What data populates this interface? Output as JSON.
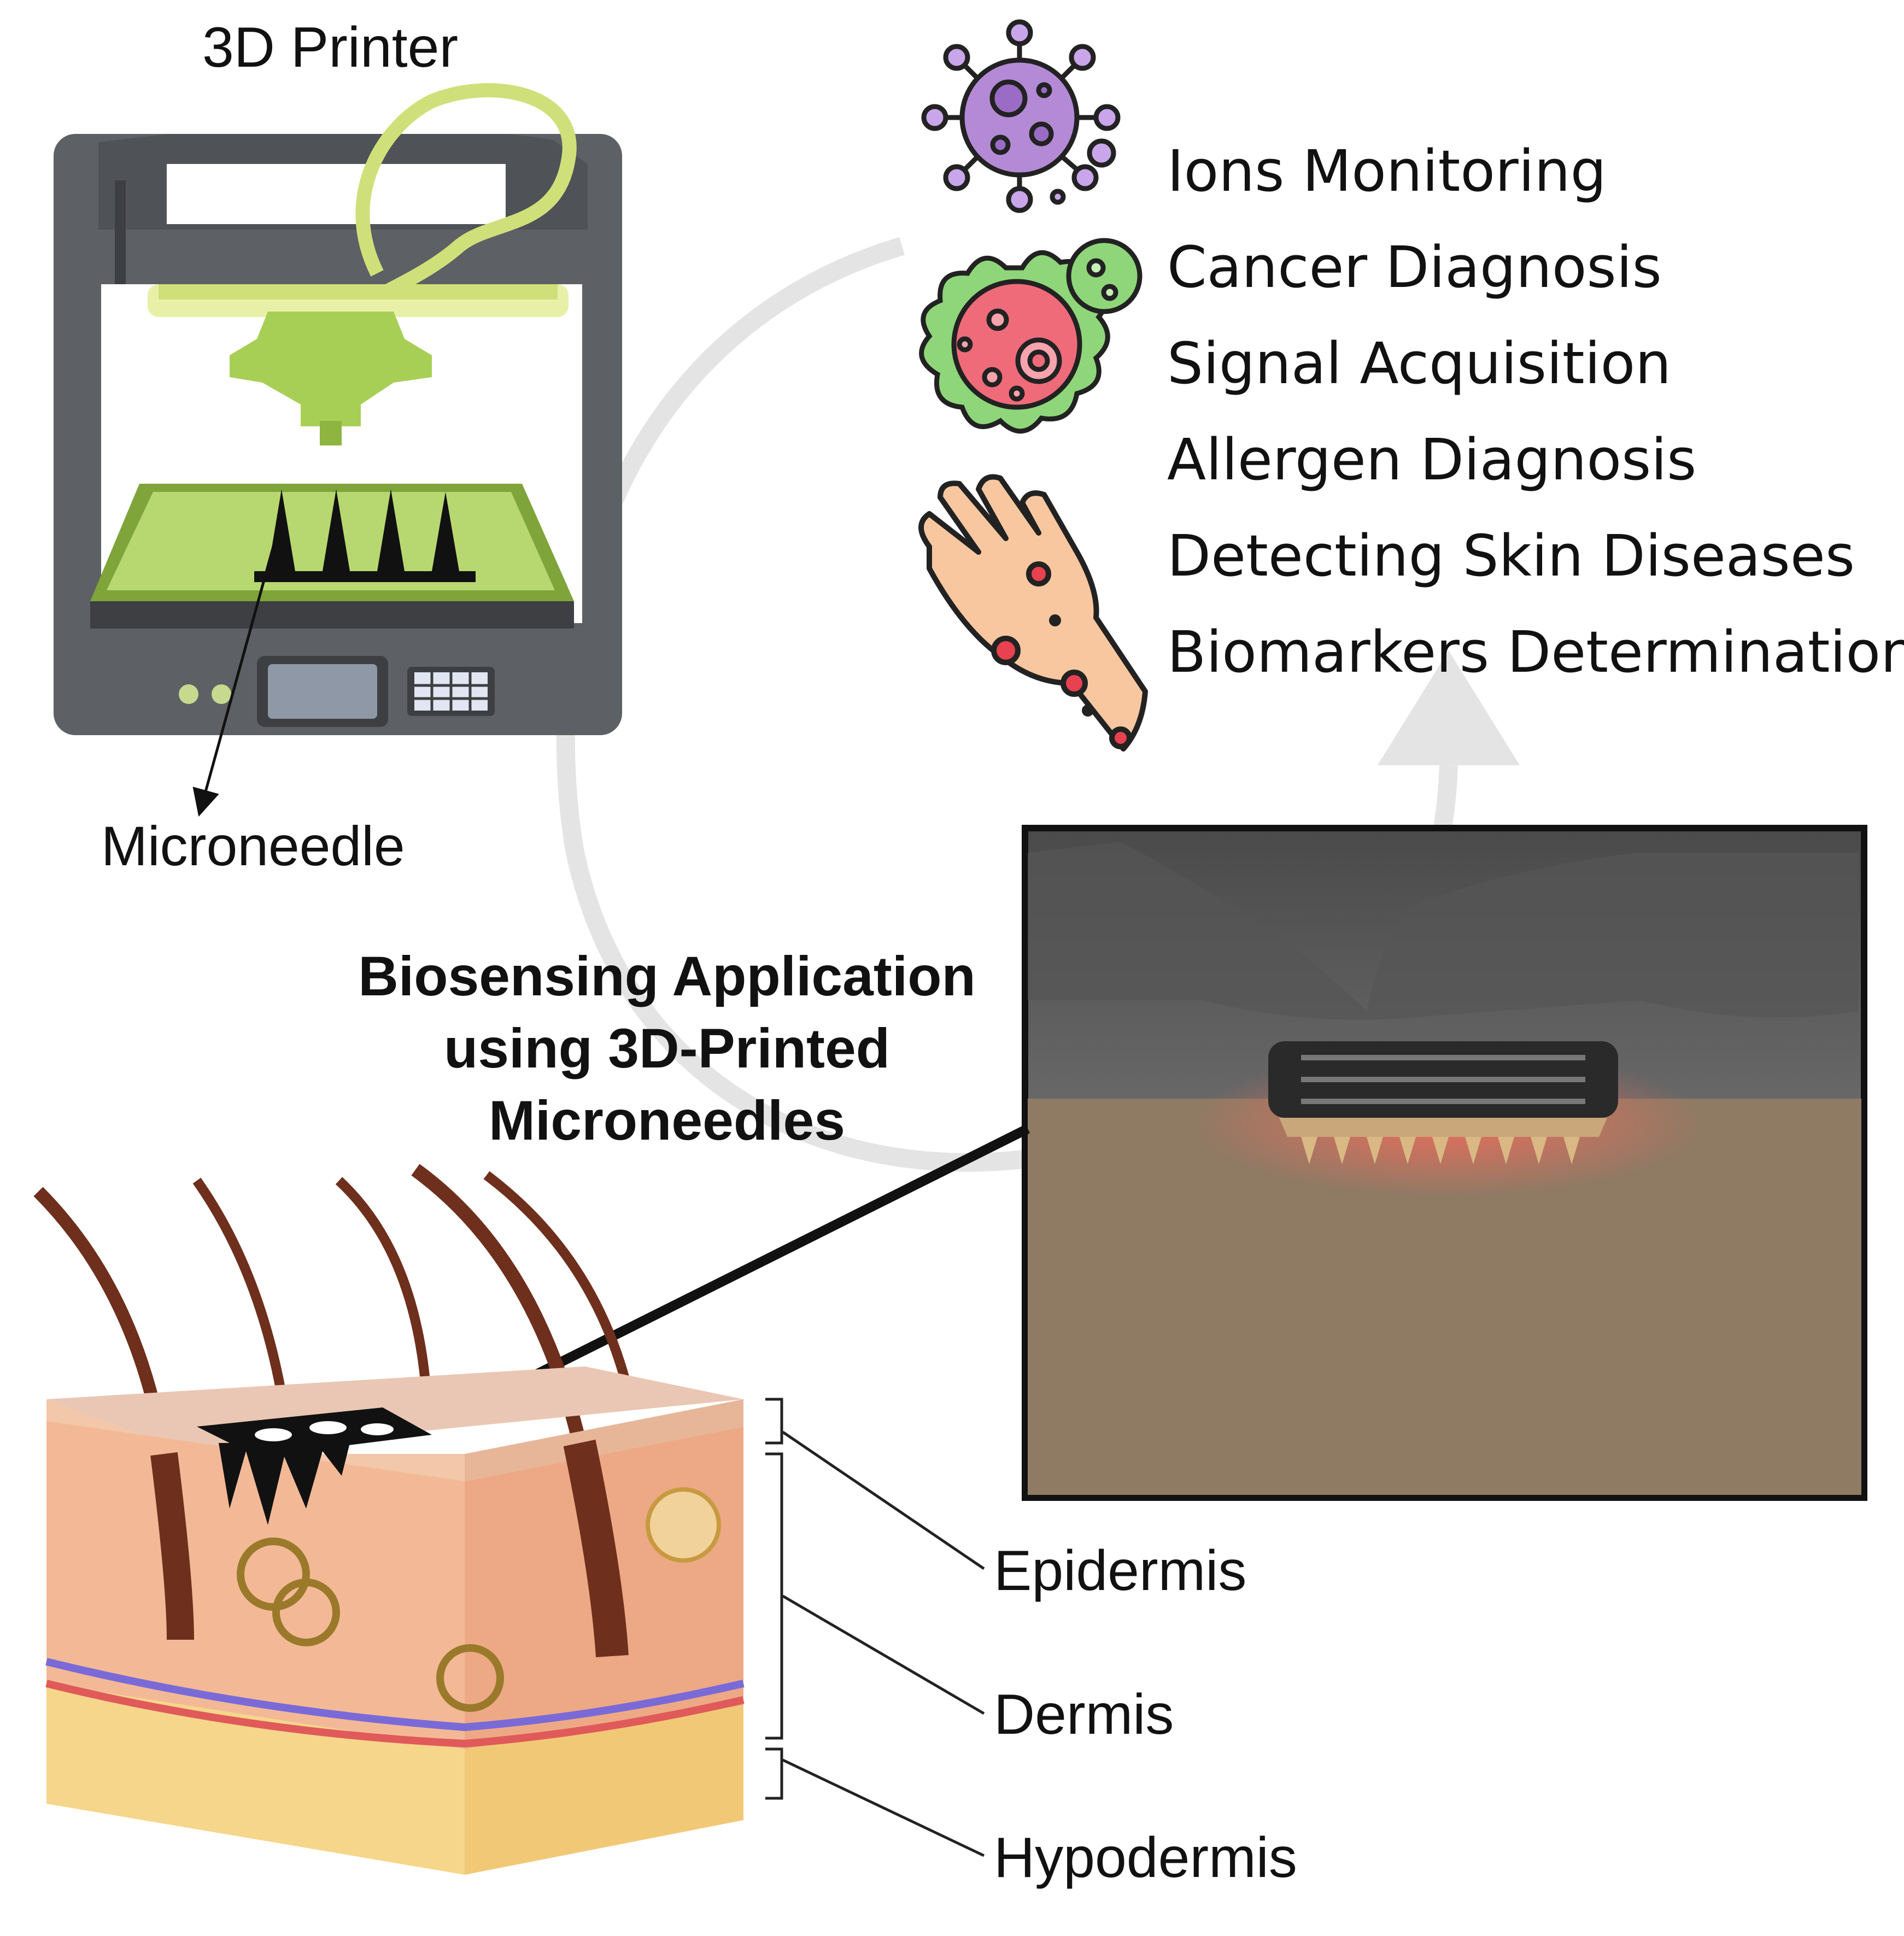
{
  "labels": {
    "printer": "3D Printer",
    "microneedle": "Microneedle",
    "title_lines": [
      "Biosensing Application",
      "using 3D-Printed",
      "Microneedles"
    ],
    "layers": [
      "Epidermis",
      "Dermis",
      "Hypodermis"
    ]
  },
  "applications": [
    "Ions Monitoring",
    "Cancer Diagnosis",
    "Signal Acquisition",
    "Allergen Diagnosis",
    "Detecting Skin Diseases",
    "Biomarkers Determination"
  ],
  "icons": [
    "3d-printer-icon",
    "virus-icon",
    "cancer-cell-icon",
    "skin-disease-hand-icon",
    "microneedle-patch-icon"
  ],
  "colors": {
    "printer_frame": "#5d6064",
    "printer_green": "#9cc84c",
    "filament": "#cfe07a",
    "virus": "#b48ad6",
    "cancer_cell": "#f06b7a",
    "cell_membrane": "#8fd67a",
    "skin": "#f3b996",
    "hypodermis": "#f6d68a",
    "arrow_grey": "#e2e2e2"
  }
}
